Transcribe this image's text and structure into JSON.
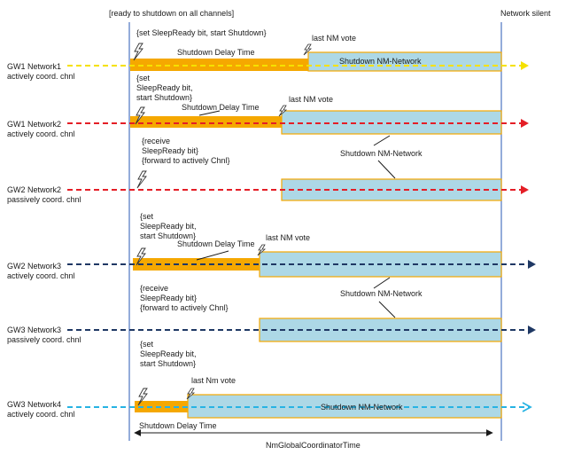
{
  "header": {
    "left": "[ready to shutdown on all channels]",
    "right": "Network silent"
  },
  "footer": {
    "time_label": "NmGlobalCoordinatorTime"
  },
  "colors": {
    "orange": "#F5A800",
    "blue_fill": "#ADD8E6",
    "yellow": "#F5E100",
    "red": "#E41E26",
    "navy": "#1F3864",
    "cyan": "#27B3E3",
    "vline": "#5B7FC7"
  },
  "channels": [
    {
      "label1": "GW1 Network1",
      "label2": "actively coord. chnl",
      "color": "#F5E100",
      "ann": [
        "{set SleepReady bit, start Shutdown}"
      ],
      "delay_label": "Shutdown Delay Time",
      "vote_label": "last NM vote",
      "shutdown_label": "Shutdown  NM-Network"
    },
    {
      "label1": "GW1 Network2",
      "label2": "actively coord. chnl",
      "color": "#E41E26",
      "ann": [
        "{set",
        "SleepReady bit,",
        "start Shutdown}"
      ],
      "delay_label": "Shutdown Delay Time",
      "vote_label": "last NM vote",
      "shutdown_label": "Shutdown  NM-Network"
    },
    {
      "label1": "GW2 Network2",
      "label2": "passively coord. chnl",
      "color": "#E41E26",
      "ann": [
        "{receive",
        "SleepReady bit}",
        "{forward to actively Chnl}"
      ]
    },
    {
      "label1": "GW2 Network3",
      "label2": "actively coord. chnl",
      "color": "#1F3864",
      "ann": [
        "{set",
        "SleepReady bit,",
        "start Shutdown}"
      ],
      "delay_label": "Shutdown Delay Time",
      "vote_label": "last NM vote",
      "shutdown_label": "Shutdown  NM-Network"
    },
    {
      "label1": "GW3 Network3",
      "label2": "passively coord. chnl",
      "color": "#1F3864",
      "ann": [
        "{receive",
        "SleepReady bit}",
        "{forward to actively Chnl}"
      ]
    },
    {
      "label1": "GW3 Network4",
      "label2": "actively coord. chnl",
      "color": "#27B3E3",
      "ann": [
        "{set",
        "SleepReady bit,",
        "start Shutdown}"
      ],
      "delay_label": "Shutdown Delay Time",
      "vote_label": "last Nm vote",
      "shutdown_label": "Shutdown  NM-Network"
    }
  ]
}
